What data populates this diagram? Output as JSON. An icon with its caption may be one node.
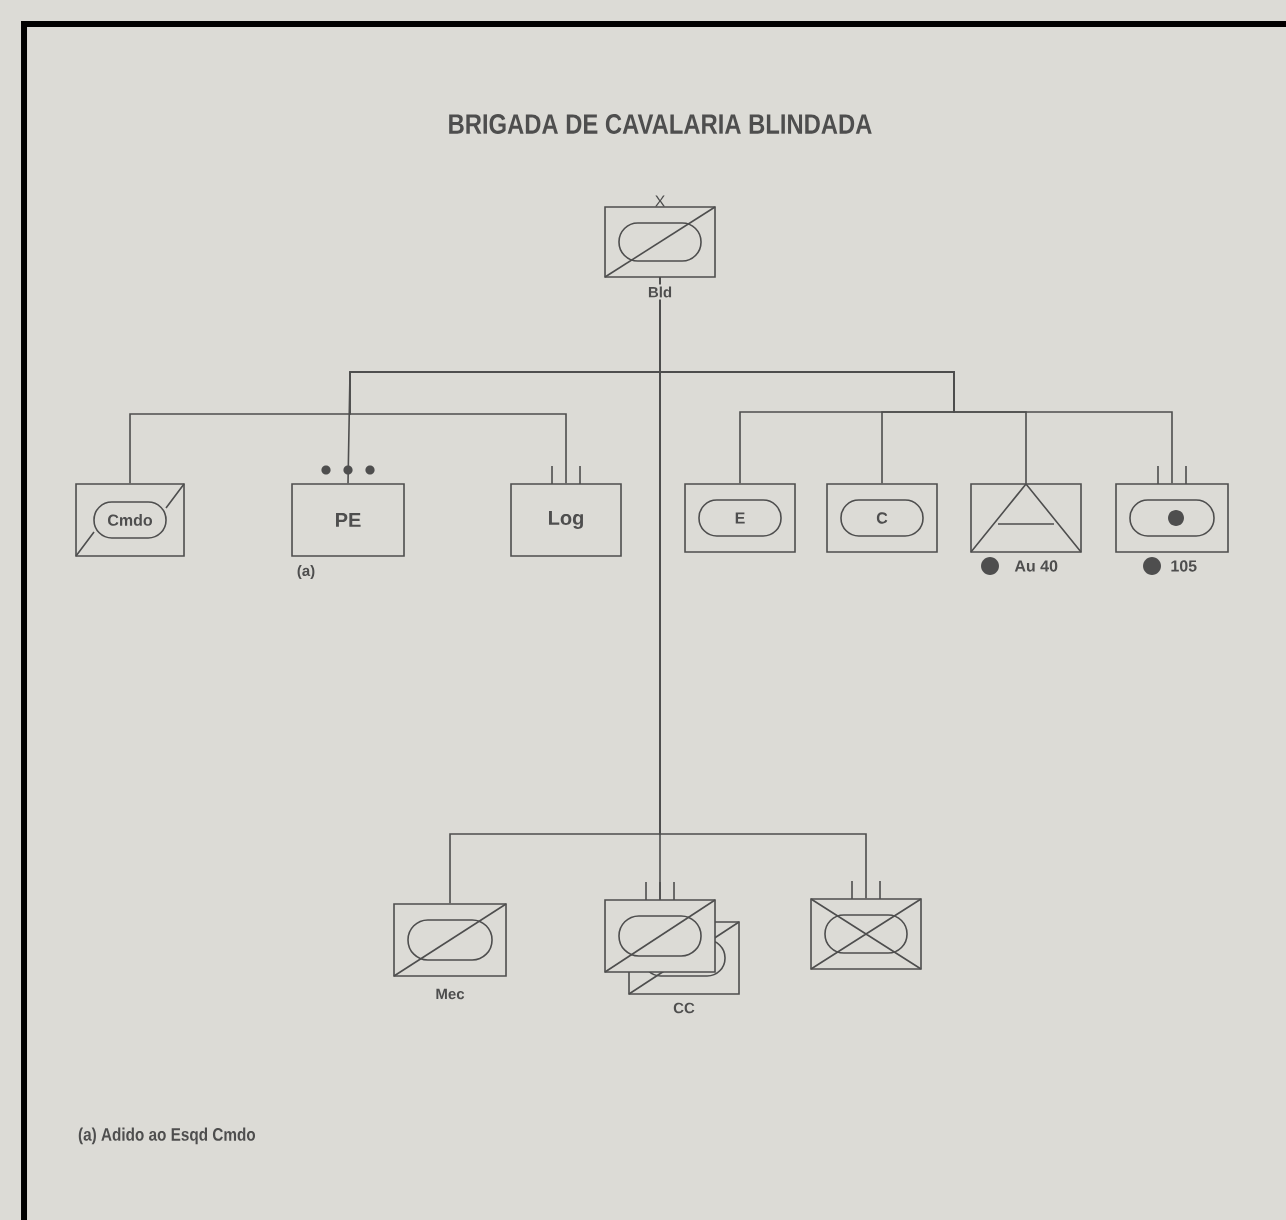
{
  "diagram": {
    "title": "BRIGADA DE CAVALARIA BLINDADA",
    "nodes": [
      {
        "text": [
          "X"
        ],
        "beside": [
          "Bld"
        ]
      },
      {
        "text": [
          "Cmdo"
        ]
      },
      {
        "text": [
          "PE"
        ],
        "beside": [
          "(a)"
        ]
      },
      {
        "text": [
          "Log"
        ]
      },
      {
        "text": [
          "E"
        ]
      },
      {
        "text": [
          "C"
        ]
      },
      {
        "text": [],
        "shape": "box",
        "beside": [
          "Au 40"
        ]
      },
      {
        "text": [],
        "shape": "box",
        "beside": [
          "105"
        ]
      },
      {
        "text": [],
        "shape": "box",
        "beside": [
          "Mec"
        ]
      },
      {
        "text": [],
        "shape": "box",
        "beside": [
          "CC"
        ]
      },
      {
        "text": [],
        "shape": "box"
      }
    ],
    "edges": [
      {
        "from": 0,
        "to": 1,
        "arrow": "none"
      },
      {
        "from": 0,
        "to": 2,
        "arrow": "none"
      },
      {
        "from": 0,
        "to": 3,
        "arrow": "none"
      },
      {
        "from": 0,
        "to": 4,
        "arrow": "none"
      },
      {
        "from": 0,
        "to": 5,
        "arrow": "none"
      },
      {
        "from": 0,
        "to": 6,
        "arrow": "none"
      },
      {
        "from": 0,
        "to": 7,
        "arrow": "none"
      },
      {
        "from": 0,
        "to": 8,
        "arrow": "none"
      },
      {
        "from": 0,
        "to": 9,
        "arrow": "none"
      },
      {
        "from": 0,
        "to": 10,
        "arrow": "none"
      }
    ],
    "labels": [
      "(a) Adido ao Esqd Cmdo"
    ]
  }
}
